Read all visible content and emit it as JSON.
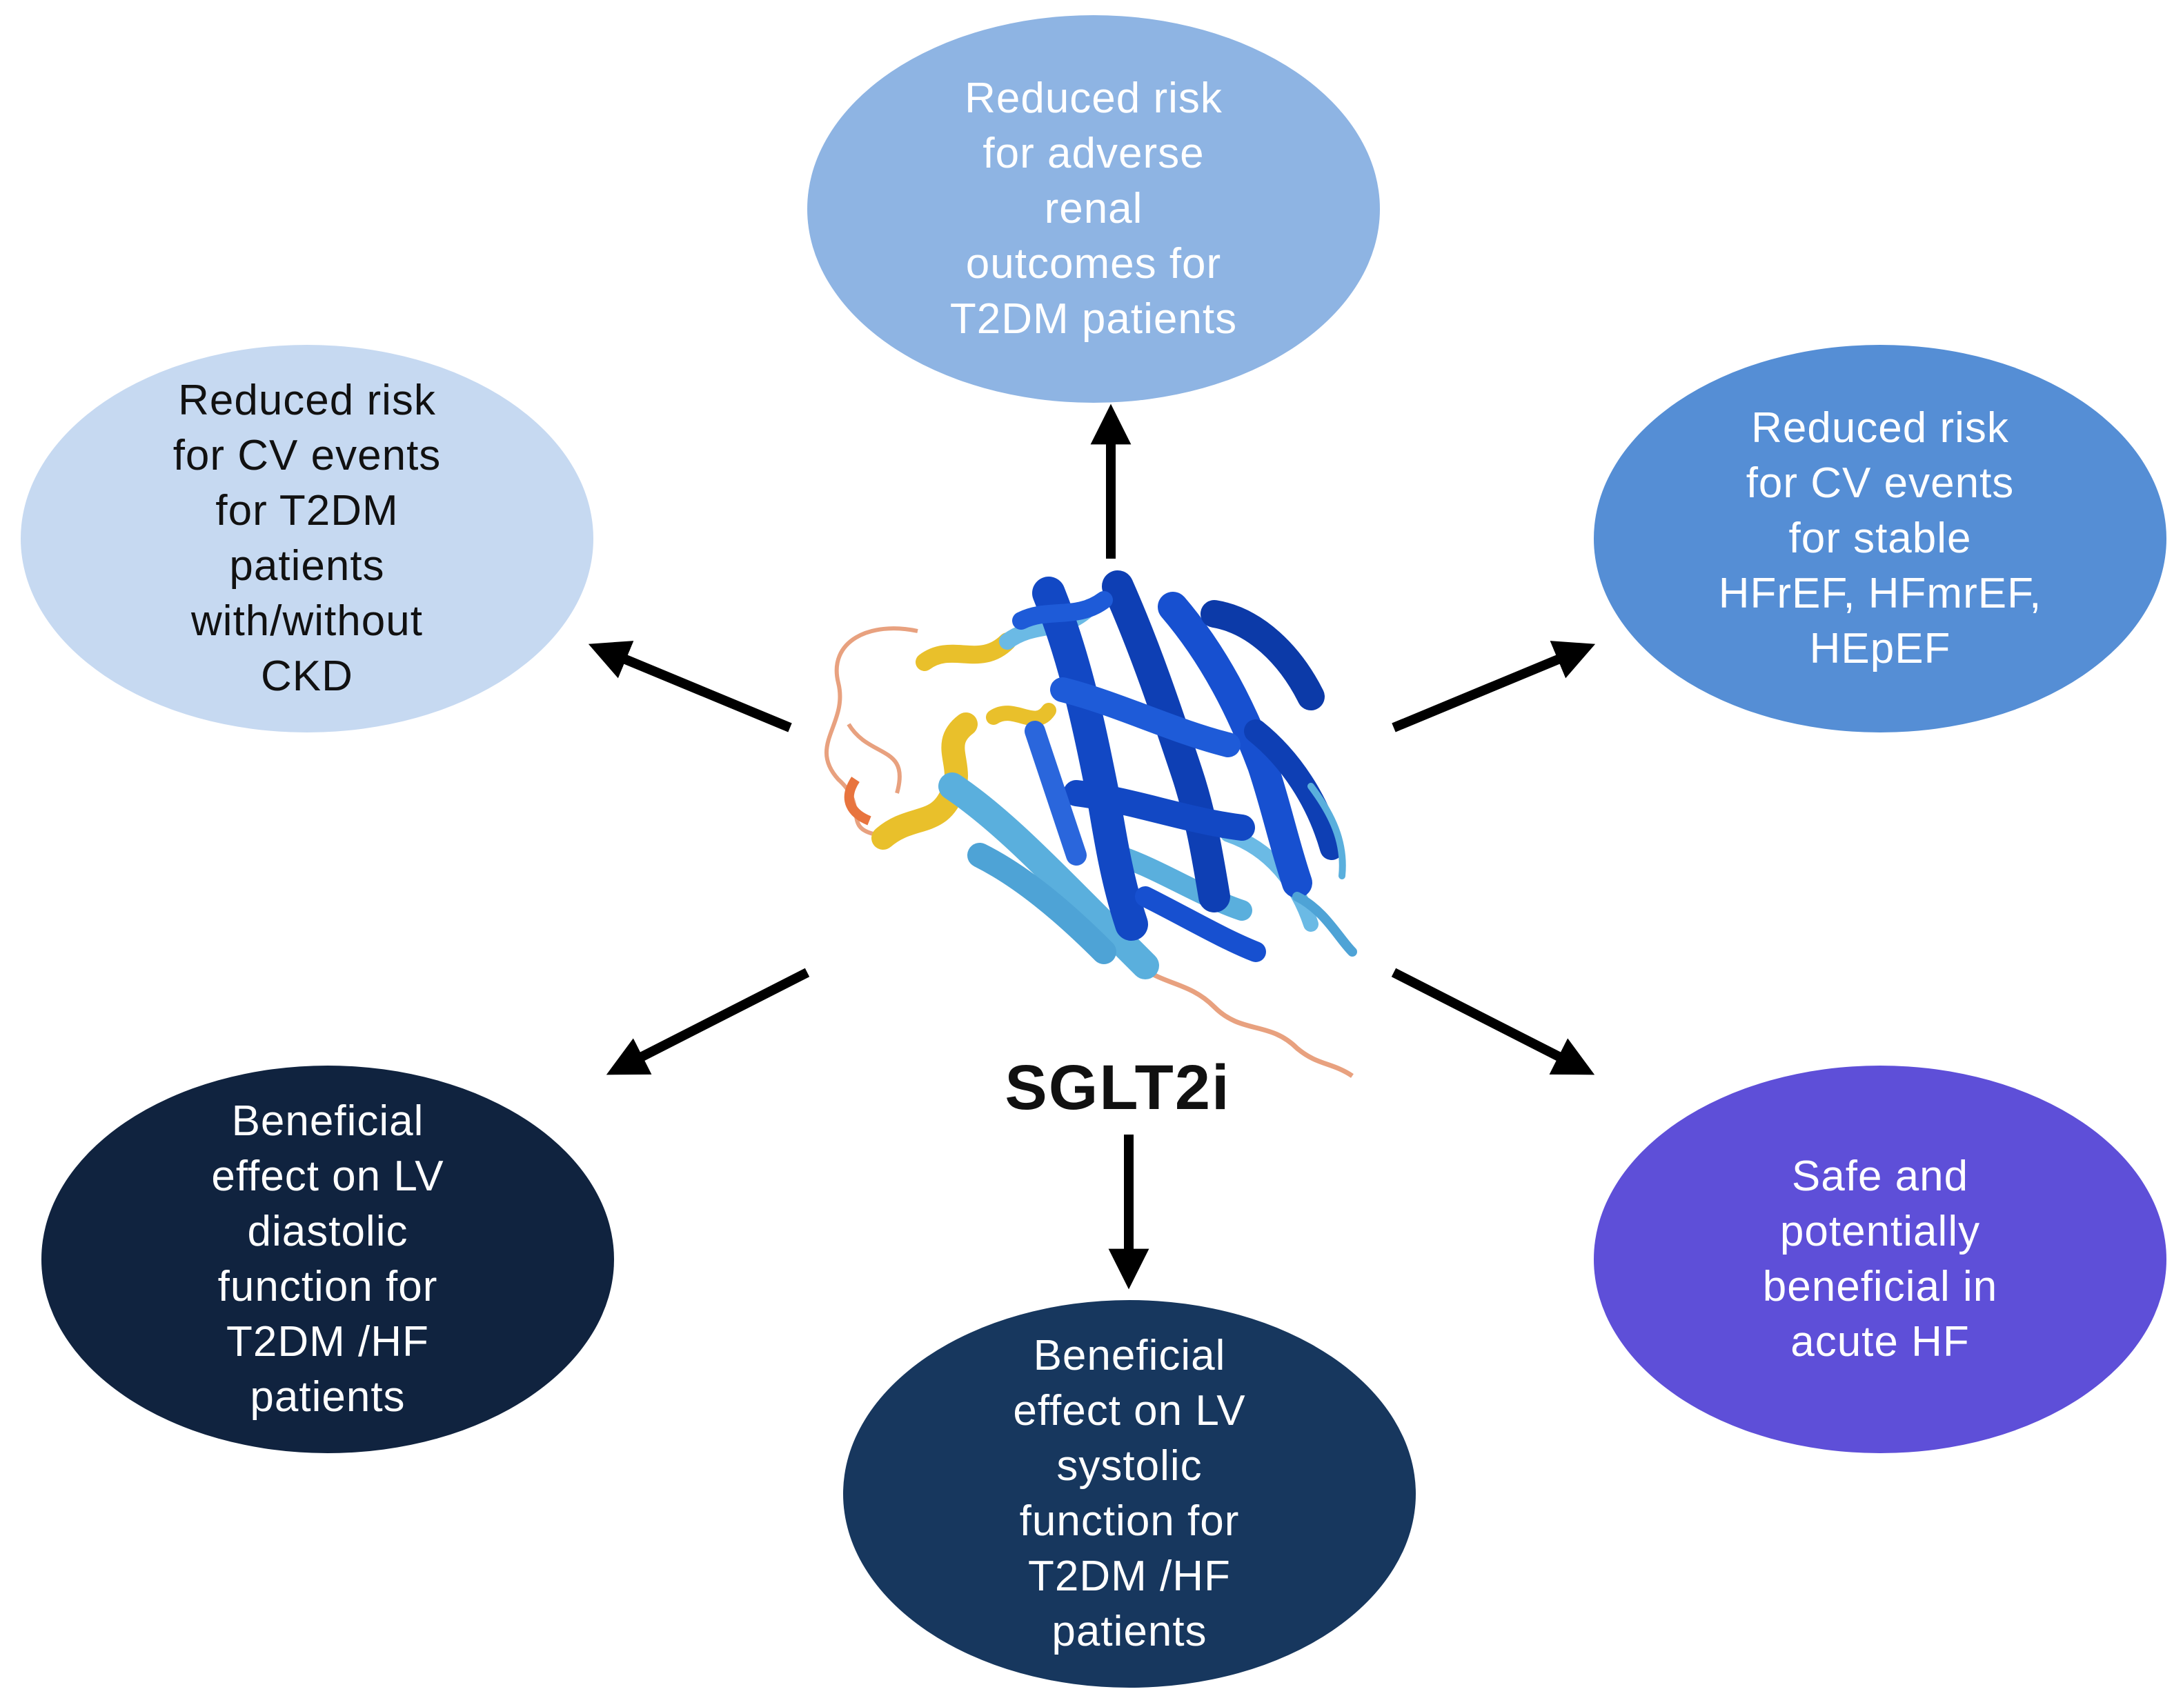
{
  "diagram": {
    "center_label": "SGLT2i",
    "center_icon": "sglt2-protein-structure",
    "nodes": [
      {
        "id": "renal",
        "text": "Reduced risk\nfor adverse\nrenal\noutcomes for\nT2DM patients",
        "color": "#8EB4E3"
      },
      {
        "id": "cv-t2dm",
        "text": "Reduced risk\nfor CV events\nfor T2DM\npatients\nwith/without\nCKD",
        "color": "#C6D9F1"
      },
      {
        "id": "cv-hf",
        "text": "Reduced risk\nfor CV events\nfor stable\nHFrEF, HFmrEF,\nHEpEF",
        "color": "#558ED5"
      },
      {
        "id": "diastolic",
        "text": "Beneficial\neffect on LV\ndiastolic\nfunction for\nT2DM /HF\npatients",
        "color": "#10233F"
      },
      {
        "id": "systolic",
        "text": "Beneficial\neffect on LV\nsystolic\nfunction for\nT2DM /HF\npatients",
        "color": "#17375E"
      },
      {
        "id": "acute",
        "text": "Safe and\npotentially\nbeneficial in\nacute HF",
        "color": "#5E4FD8"
      }
    ],
    "arrow_color": "#000000"
  }
}
